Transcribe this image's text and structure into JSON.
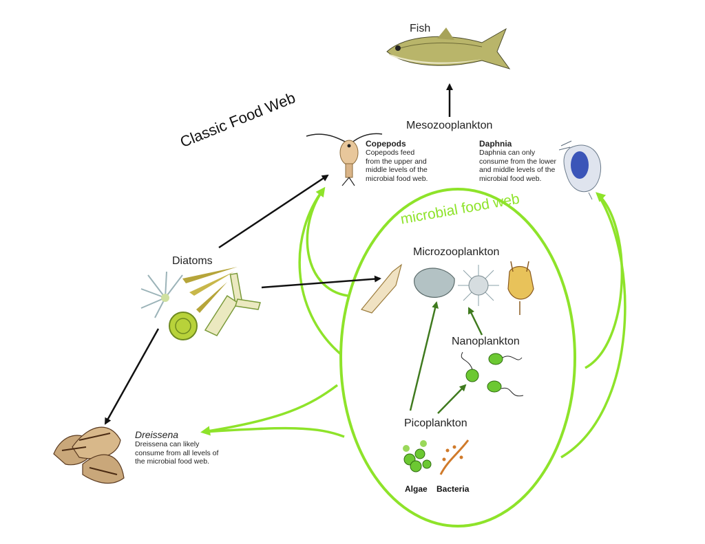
{
  "levels": {
    "fish": "Fish",
    "mesozooplankton": "Mesozooplankton",
    "microzooplankton": "Microzooplankton",
    "nanoplankton": "Nanoplankton",
    "picoplankton": "Picoplankton",
    "diatoms": "Diatoms"
  },
  "titles": {
    "classic": "Classic Food Web",
    "microbial": "microbial food web"
  },
  "copepods": {
    "title": "Copepods",
    "lines": [
      "Copepods feed",
      "from the upper and",
      "middle levels of the",
      "microbial food web."
    ]
  },
  "daphnia": {
    "title": "Daphnia",
    "lines": [
      "Daphnia can only",
      "consume from the lower",
      "and middle levels of the",
      "microbial food web."
    ]
  },
  "dreissena": {
    "title": "Dreissena",
    "lines": [
      "Dreissena can likely",
      "consume from all levels of",
      "the microbial food web."
    ]
  },
  "pico_labels": {
    "algae": "Algae",
    "bacteria": "Bacteria"
  },
  "colors": {
    "microbial_green": "#8ee32a",
    "dark_green_arrow": "#3f7a1e",
    "black_arrow": "#111111"
  },
  "icons": [
    "fish-icon",
    "copepod-icon",
    "daphnia-icon",
    "diatom-icon",
    "dreissena-mussel-icon",
    "ciliate-icon",
    "dinoflagellate-icon",
    "radiolarian-icon",
    "flagellate-icon",
    "algae-cells-icon",
    "bacteria-icon"
  ]
}
